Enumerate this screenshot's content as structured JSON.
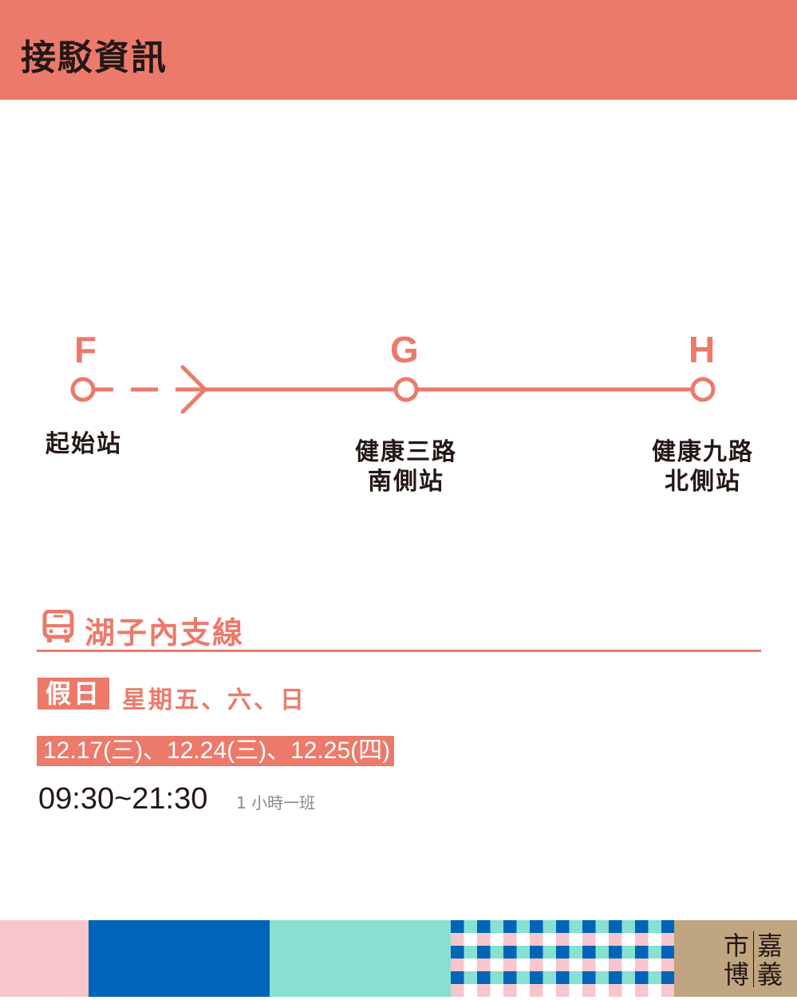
{
  "header": {
    "title": "接駁資訊"
  },
  "route": {
    "stops": [
      {
        "letter": "F",
        "name_lines": [
          "起始站"
        ]
      },
      {
        "letter": "G",
        "name_lines": [
          "健康三路",
          "南側站"
        ]
      },
      {
        "letter": "H",
        "name_lines": [
          "健康九路",
          "北側站"
        ]
      }
    ]
  },
  "line": {
    "icon": "bus-icon",
    "title": "湖子內支線"
  },
  "schedule": {
    "badge": "假日",
    "days": "星期五、六、日",
    "dates": "12.17(三)、12.24(三)、12.25(四)",
    "time": "09:30~21:30",
    "frequency": "1 小時一班"
  },
  "footer": {
    "logo_chars": [
      "嘉",
      "義",
      "市",
      "博"
    ]
  },
  "colors": {
    "accent": "#ec7a6b",
    "pink": "#f7c6cc",
    "blue": "#0064b8",
    "teal": "#88e0d0",
    "tan": "#c0a680"
  }
}
